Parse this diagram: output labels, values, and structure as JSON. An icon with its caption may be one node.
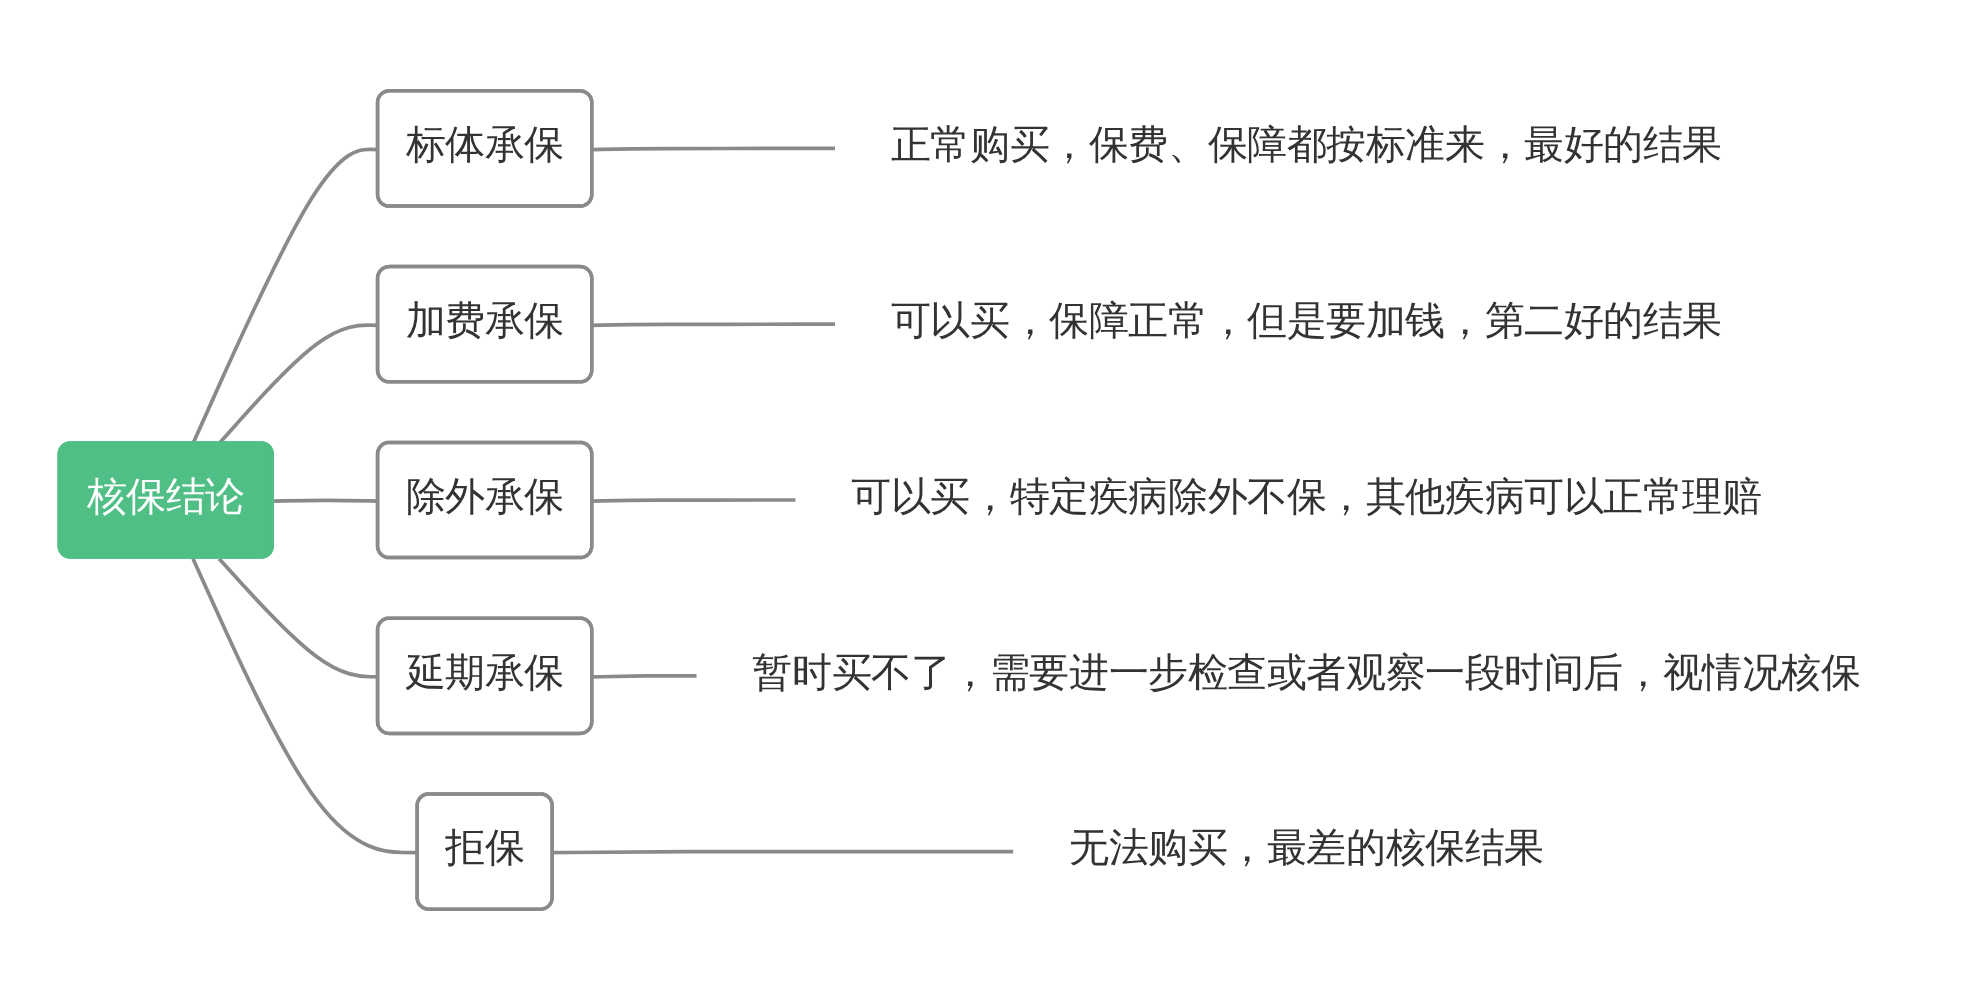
{
  "diagram": {
    "nodes": [
      {
        "text": [
          "核保结论"
        ]
      },
      {
        "text": [
          "标体承保"
        ]
      },
      {
        "text": [
          "正常购买，保费、保障都按标准来，最好的结果"
        ]
      },
      {
        "text": [
          "加费承保"
        ]
      },
      {
        "text": [
          "可以买，保障正常，但是要加钱，第二好的结果"
        ]
      },
      {
        "text": [
          "除外承保"
        ]
      },
      {
        "text": [
          "可以买，特定疾病除外不保，其他疾病可以正常理赔"
        ]
      },
      {
        "text": [
          "延期承保"
        ]
      },
      {
        "text": [
          "暂时买不了，需要进一步检查或者观察一段时间后，视情况核保"
        ]
      },
      {
        "text": [
          "拒保"
        ]
      },
      {
        "text": [
          "无法购买，最差的核保结果"
        ]
      }
    ],
    "edges": [
      {
        "from": 0,
        "to": 1,
        "arrow": "none"
      },
      {
        "from": 1,
        "to": 2,
        "arrow": "none"
      },
      {
        "from": 0,
        "to": 3,
        "arrow": "none"
      },
      {
        "from": 3,
        "to": 4,
        "arrow": "none"
      },
      {
        "from": 0,
        "to": 5,
        "arrow": "none"
      },
      {
        "from": 5,
        "to": 6,
        "arrow": "none"
      },
      {
        "from": 0,
        "to": 7,
        "arrow": "none"
      },
      {
        "from": 7,
        "to": 8,
        "arrow": "none"
      },
      {
        "from": 0,
        "to": 9,
        "arrow": "none"
      },
      {
        "from": 9,
        "to": 10,
        "arrow": "none"
      }
    ]
  }
}
